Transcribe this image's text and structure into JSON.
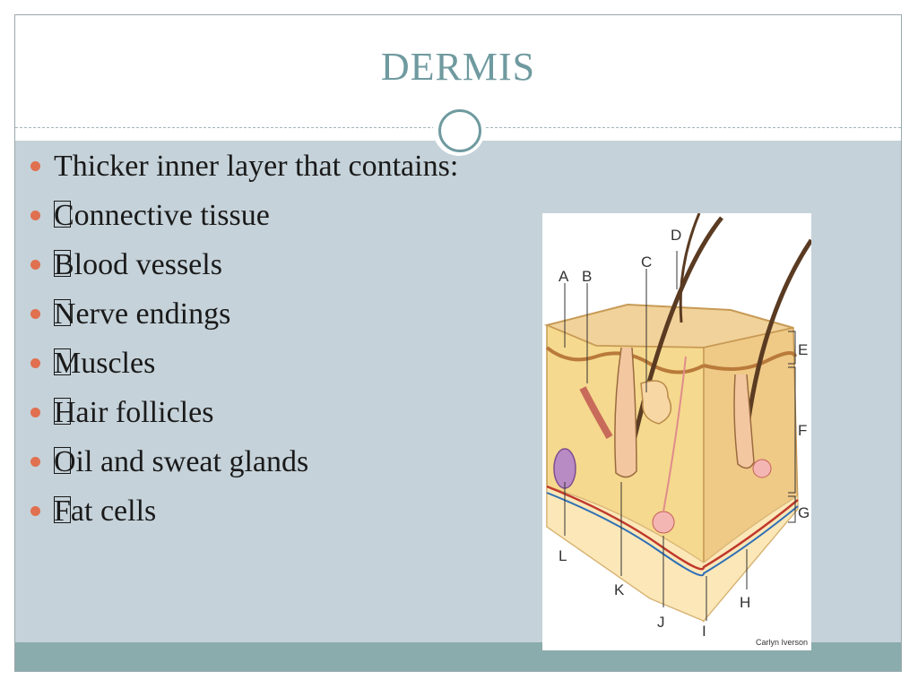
{
  "slide": {
    "title": "DERMIS",
    "bullets": [
      {
        "glyph": true,
        "text": "Thicker inner layer that contains:"
      },
      {
        "glyph": true,
        "text": "Connective tissue"
      },
      {
        "glyph": true,
        "text": "Blood vessels"
      },
      {
        "glyph": true,
        "text": "Nerve endings"
      },
      {
        "glyph": true,
        "text": "Muscles"
      },
      {
        "glyph": true,
        "text": "Hair follicles"
      },
      {
        "glyph": true,
        "text": "Oil and sweat glands"
      },
      {
        "glyph": true,
        "text": "Fat cells"
      }
    ]
  },
  "figure": {
    "labels": [
      "A",
      "B",
      "C",
      "D",
      "E",
      "F",
      "G",
      "H",
      "I",
      "J",
      "K",
      "L"
    ],
    "credit": "Carlyn Iverson"
  },
  "colors": {
    "title": "#6f9a9f",
    "content_bg": "#c5d2d9",
    "footer": "#8aacad",
    "bullet_dot": "#e07050"
  }
}
